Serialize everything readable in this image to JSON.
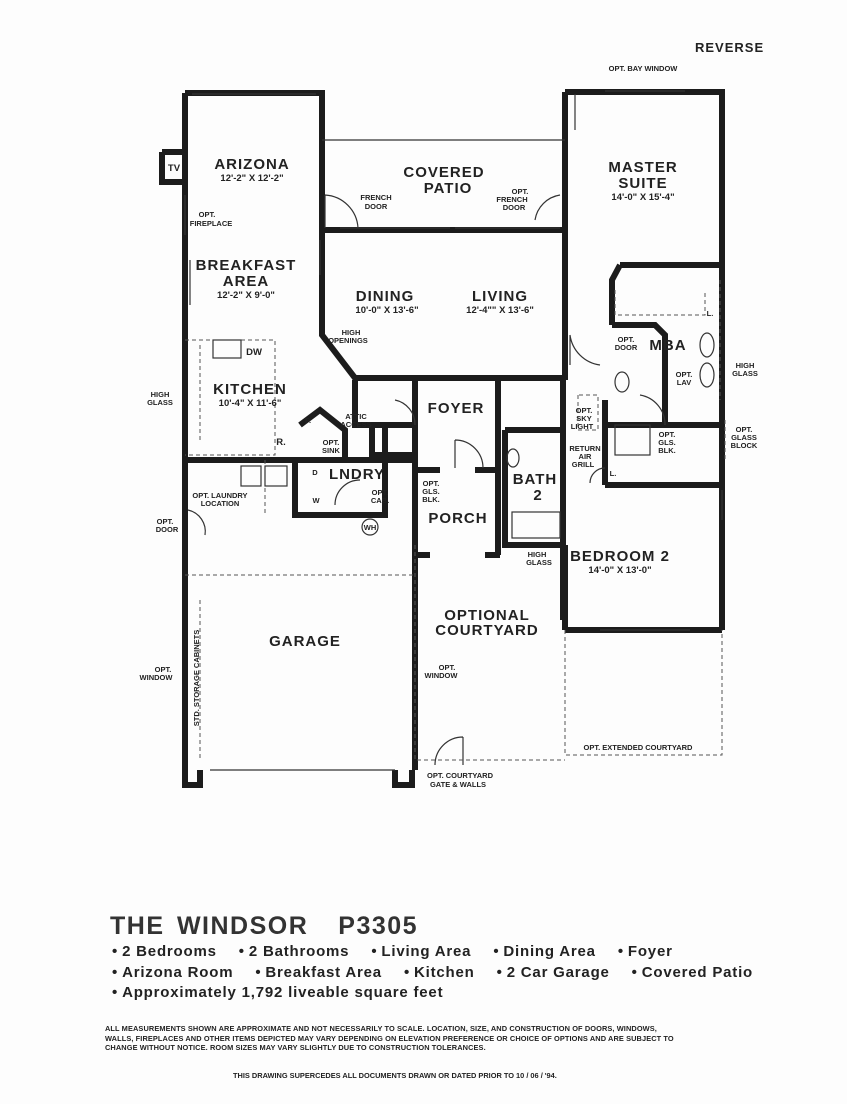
{
  "header": {
    "reverse": "REVERSE"
  },
  "rooms": {
    "arizona": {
      "name": "ARIZONA",
      "size": "12'-2\" X 12'-2\""
    },
    "breakfast": {
      "name1": "BREAKFAST",
      "name2": "AREA",
      "size": "12'-2\" X 9'-0\""
    },
    "patio": {
      "name1": "COVERED",
      "name2": "PATIO"
    },
    "master": {
      "name1": "MASTER",
      "name2": "SUITE",
      "size": "14'-0\" X 15'-4\""
    },
    "dining": {
      "name": "DINING",
      "size": "10'-0\" X 13'-6\""
    },
    "living": {
      "name": "LIVING",
      "size": "12'-4\"\" X 13'-6\""
    },
    "kitchen": {
      "name": "KITCHEN",
      "size": "10'-4\" X 11'-6\""
    },
    "mba": {
      "name": "MBA"
    },
    "foyer": {
      "name": "FOYER"
    },
    "lndry": {
      "name": "LNDRY"
    },
    "bath2": {
      "name1": "BATH",
      "name2": "2"
    },
    "porch": {
      "name": "PORCH"
    },
    "bedroom2": {
      "name": "BEDROOM 2",
      "size": "14'-0\" X 13'-0\""
    },
    "garage": {
      "name": "GARAGE"
    },
    "courtyard": {
      "name1": "OPTIONAL",
      "name2": "COURTYARD"
    }
  },
  "notes": {
    "bay_window": "OPT. BAY WINDOW",
    "tv": "TV",
    "fireplace1": "OPT.",
    "fireplace2": "FIREPLACE",
    "french1": "FRENCH",
    "french2": "DOOR",
    "optfrench1": "OPT.",
    "optfrench2": "FRENCH",
    "optfrench3": "DOOR",
    "high_openings1": "HIGH",
    "high_openings2": "OPENINGS",
    "dw": "DW",
    "p": "P.",
    "r": "R.",
    "attic1": "ATTIC",
    "attic2": "ACCESS",
    "optsink1": "OPT.",
    "optsink2": "SINK",
    "d": "D",
    "w": "W",
    "optcab1": "OPT.",
    "optcab2": "CAB.",
    "wh": "WH",
    "laundry1": "OPT. LAUNDRY",
    "laundry2": "LOCATION",
    "highglass_left1": "HIGH",
    "highglass_left2": "GLASS",
    "optdoor_left1": "OPT.",
    "optdoor_left2": "DOOR",
    "optwindow_left1": "OPT.",
    "optwindow_left2": "WINDOW",
    "storage": "STD. STORAGE CABINETS",
    "optdoor_mba1": "OPT.",
    "optdoor_mba2": "DOOR",
    "optlav1": "OPT.",
    "optlav2": "LAV",
    "l": "L.",
    "highglass_right1": "HIGH",
    "highglass_right2": "GLASS",
    "glassblock1": "OPT.",
    "glassblock2": "GLASS",
    "glassblock3": "BLOCK",
    "glsblk1": "OPT.",
    "glsblk2": "GLS.",
    "glsblk3": "BLK.",
    "skylight1": "OPT.",
    "skylight2": "SKY",
    "skylight3": "LIGHT",
    "return1": "RETURN",
    "return2": "AIR",
    "return3": "GRILL",
    "porchglsblk1": "OPT.",
    "porchglsblk2": "GLS.",
    "porchglsblk3": "BLK.",
    "highglass_court1": "HIGH",
    "highglass_court2": "GLASS",
    "optwindow_court1": "OPT.",
    "optwindow_court2": "WINDOW",
    "ext_courtyard": "OPT. EXTENDED COURTYARD",
    "gate1": "OPT. COURTYARD",
    "gate2": "GATE & WALLS"
  },
  "title": {
    "name": "THE WINDSOR",
    "plan": "P3305"
  },
  "features": [
    "2 Bedrooms",
    "2 Bathrooms",
    "Living Area",
    "Dining Area",
    "Foyer",
    "Arizona Room",
    "Breakfast Area",
    "Kitchen",
    "2 Car Garage",
    "Covered Patio",
    "Approximately 1,792 liveable square feet"
  ],
  "disclaimer": "ALL MEASUREMENTS SHOWN ARE APPROXIMATE AND NOT NECESSARILY TO SCALE. LOCATION, SIZE, AND CONSTRUCTION OF DOORS, WINDOWS, WALLS, FIREPLACES AND OTHER ITEMS DEPICTED MAY VARY DEPENDING ON ELEVATION PREFERENCE OR CHOICE OF OPTIONS AND ARE SUBJECT TO CHANGE WITHOUT NOTICE. ROOM SIZES MAY VARY SLIGHTLY DUE TO CONSTRUCTION TOLERANCES.",
  "supercedes": "THIS DRAWING SUPERCEDES ALL DOCUMENTS DRAWN OR DATED PRIOR TO 10 / 06 / '94."
}
